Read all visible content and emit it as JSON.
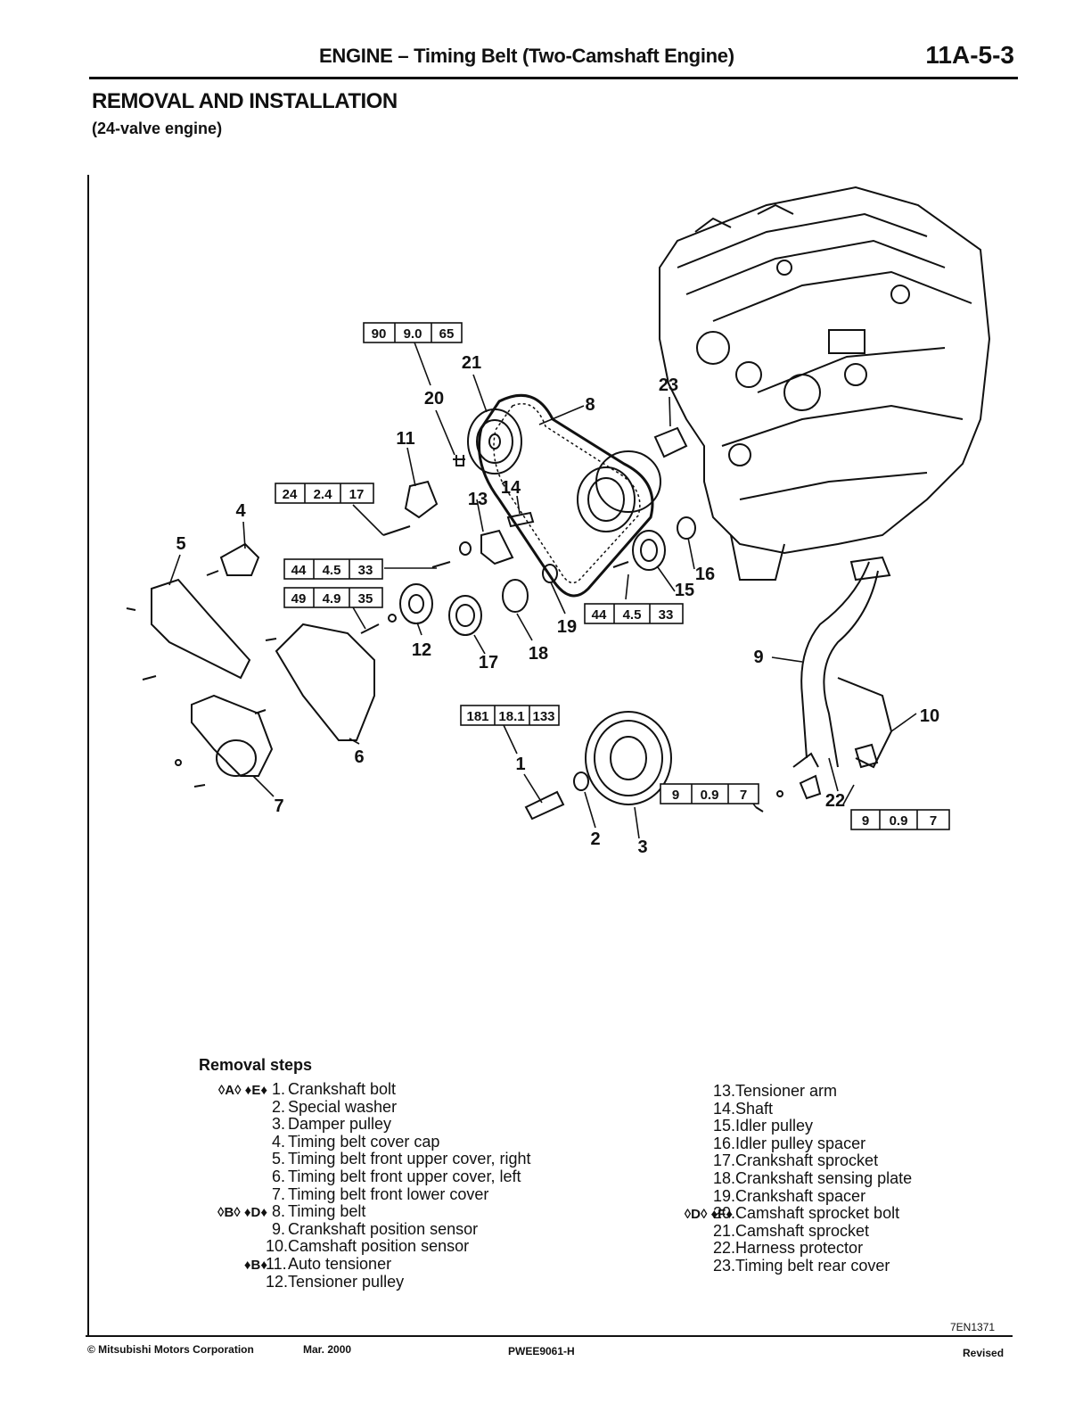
{
  "header": {
    "title": "ENGINE – Timing Belt (Two-Camshaft Engine)",
    "page": "11A-5-3"
  },
  "section": {
    "title": "REMOVAL AND INSTALLATION",
    "subtitle": "(24-valve engine)"
  },
  "torque_specs": [
    [
      "90",
      "9.0",
      "65"
    ],
    [
      "24",
      "2.4",
      "17"
    ],
    [
      "44",
      "4.5",
      "33"
    ],
    [
      "49",
      "4.9",
      "35"
    ],
    [
      "44",
      "4.5",
      "33"
    ],
    [
      "181",
      "18.1",
      "133"
    ],
    [
      "9",
      "0.9",
      "7"
    ],
    [
      "9",
      "0.9",
      "7"
    ]
  ],
  "callouts": [
    "1",
    "2",
    "3",
    "4",
    "5",
    "6",
    "7",
    "8",
    "9",
    "10",
    "11",
    "12",
    "13",
    "14",
    "15",
    "16",
    "17",
    "18",
    "19",
    "20",
    "21",
    "22",
    "23"
  ],
  "removal": {
    "title": "Removal steps",
    "left": [
      {
        "mark": "◊A◊ ♦E♦",
        "num": "1.",
        "text": "Crankshaft bolt"
      },
      {
        "mark": "",
        "num": "2.",
        "text": "Special washer"
      },
      {
        "mark": "",
        "num": "3.",
        "text": "Damper pulley"
      },
      {
        "mark": "",
        "num": "4.",
        "text": "Timing belt cover cap"
      },
      {
        "mark": "",
        "num": "5.",
        "text": "Timing belt front upper cover, right"
      },
      {
        "mark": "",
        "num": "6.",
        "text": "Timing belt front upper cover, left"
      },
      {
        "mark": "",
        "num": "7.",
        "text": "Timing belt front lower cover"
      },
      {
        "mark": "◊B◊ ♦D♦",
        "num": "8.",
        "text": "Timing belt"
      },
      {
        "mark": "",
        "num": "9.",
        "text": "Crankshaft position sensor"
      },
      {
        "mark": "",
        "num": "10.",
        "text": "Camshaft position sensor"
      },
      {
        "mark": "♦B♦",
        "num": "11.",
        "text": "Auto tensioner"
      },
      {
        "mark": "",
        "num": "12.",
        "text": "Tensioner pulley"
      }
    ],
    "right": [
      {
        "mark": "",
        "num": "13.",
        "text": "Tensioner arm"
      },
      {
        "mark": "",
        "num": "14.",
        "text": "Shaft"
      },
      {
        "mark": "",
        "num": "15.",
        "text": "Idler pulley"
      },
      {
        "mark": "",
        "num": "16.",
        "text": "Idler pulley spacer"
      },
      {
        "mark": "",
        "num": "17.",
        "text": "Crankshaft sprocket"
      },
      {
        "mark": "",
        "num": "18.",
        "text": "Crankshaft sensing plate"
      },
      {
        "mark": "",
        "num": "19.",
        "text": "Crankshaft spacer"
      },
      {
        "mark": "◊D◊ ♦F♦",
        "num": "20.",
        "text": "Camshaft sprocket bolt"
      },
      {
        "mark": "",
        "num": "21.",
        "text": "Camshaft sprocket"
      },
      {
        "mark": "",
        "num": "22.",
        "text": "Harness protector"
      },
      {
        "mark": "",
        "num": "23.",
        "text": "Timing belt rear cover"
      }
    ]
  },
  "figure_code": "7EN1371",
  "footer": {
    "copyright": "© Mitsubishi Motors Corporation",
    "date": "Mar. 2000",
    "doc": "PWEE9061-H",
    "status": "Revised"
  }
}
